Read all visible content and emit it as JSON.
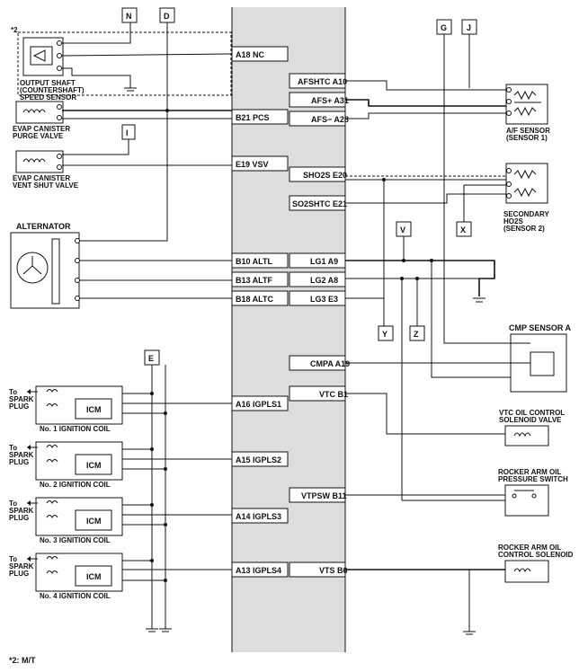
{
  "footnote": "*2: M/T",
  "star_note": "*2",
  "connectors": {
    "N": "N",
    "D": "D",
    "G": "G",
    "J": "J",
    "I": "I",
    "V": "V",
    "X": "X",
    "Y": "Y",
    "Z": "Z",
    "E": "E"
  },
  "ecm_left_pins": [
    "A18 NC",
    "B21 PCS",
    "E19 VSV",
    "B10 ALTL",
    "B13 ALTF",
    "B18 ALTC",
    "A16 IGPLS1",
    "A15 IGPLS2",
    "A14 IGPLS3",
    "A13 IGPLS4"
  ],
  "ecm_right_pins": [
    "AFSHTC A10",
    "AFS+ A31",
    "AFS− A28",
    "SHO2S E20",
    "SO2SHTC E21",
    "LG1 A9",
    "LG2 A8",
    "LG3 E3",
    "CMPA A19",
    "VTC B1",
    "VTPSW B11",
    "VTS B6"
  ],
  "components": {
    "output_shaft": [
      "OUTPUT SHAFT",
      "(COUNTERSHAFT)",
      "SPEED SENSOR"
    ],
    "evap_purge": [
      "EVAP CANISTER",
      "PURGE VALVE"
    ],
    "evap_vent": [
      "EVAP CANISTER",
      "VENT SHUT VALVE"
    ],
    "alternator": "ALTERNATOR",
    "af_sensor": [
      "A/F SENSOR",
      "(SENSOR 1)"
    ],
    "secondary_ho2s": [
      "SECONDARY",
      "HO2S",
      "(SENSOR 2)"
    ],
    "cmp_sensor": "CMP SENSOR A",
    "vtc_valve": [
      "VTC OIL CONTROL",
      "SOLENOID VALVE"
    ],
    "rocker_switch": [
      "ROCKER ARM OIL",
      "PRESSURE SWITCH"
    ],
    "rocker_solenoid": [
      "ROCKER ARM OIL",
      "CONTROL SOLENOID"
    ]
  },
  "ignition": {
    "to_spark": [
      "To",
      "SPARK",
      "PLUG"
    ],
    "icm": "ICM",
    "coils": [
      "No. 1 IGNITION COIL",
      "No. 2 IGNITION COIL",
      "No. 3 IGNITION COIL",
      "No. 4 IGNITION COIL"
    ]
  }
}
